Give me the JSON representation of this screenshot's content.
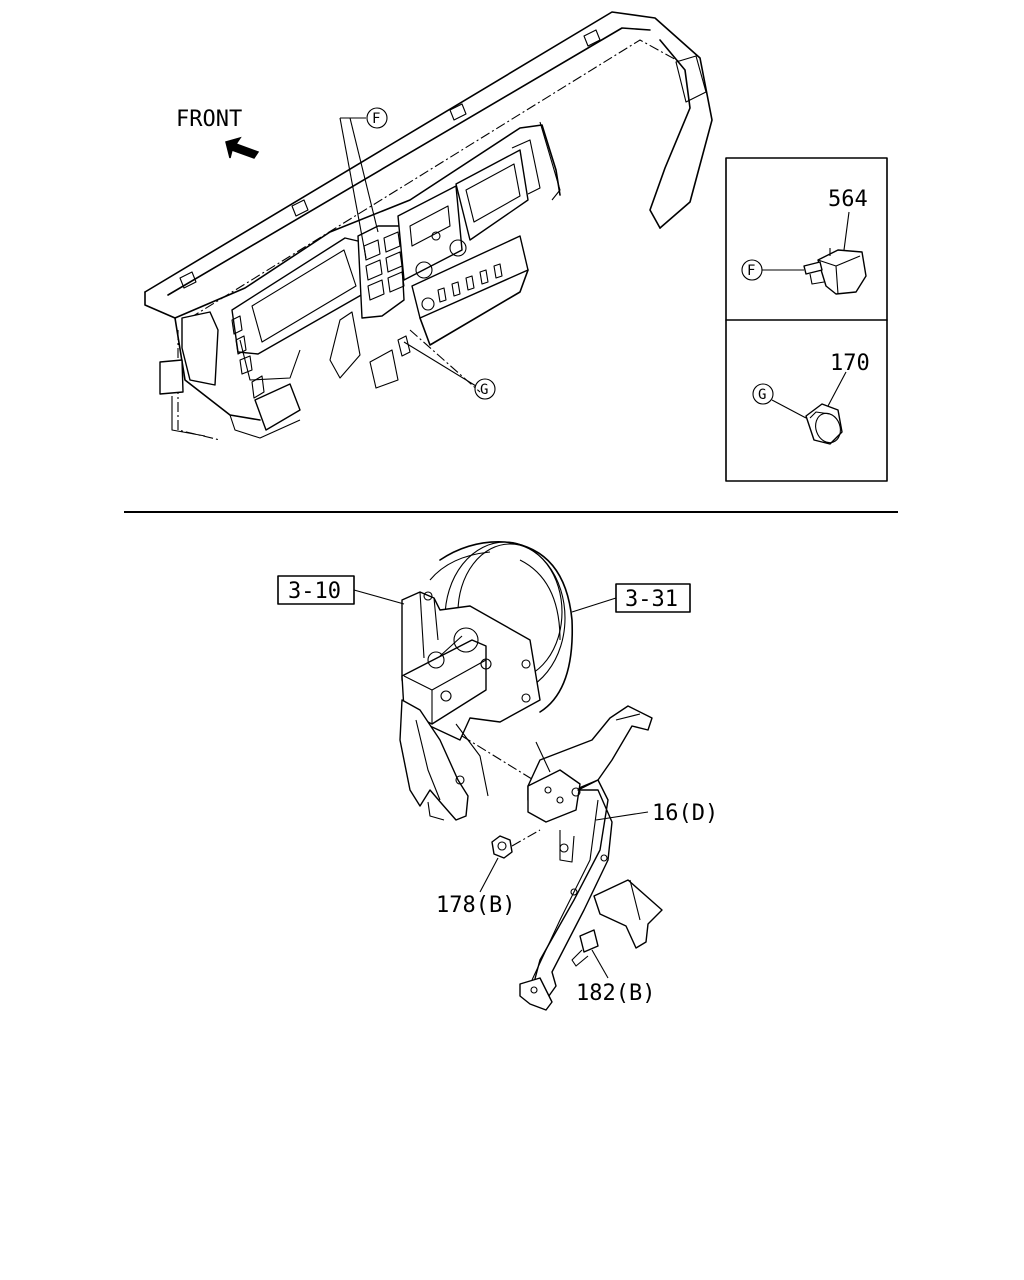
{
  "diagram": {
    "front_label": "FRONT",
    "callouts": {
      "f_upper": "F",
      "g_upper": "G",
      "f_detail": "F",
      "g_detail": "G"
    },
    "parts": {
      "p564": "564",
      "p170": "170",
      "ref_3_10": "3-10",
      "ref_3_31": "3-31",
      "p16": "16(D)",
      "p178": "178(B)",
      "p182": "182(B)"
    }
  }
}
